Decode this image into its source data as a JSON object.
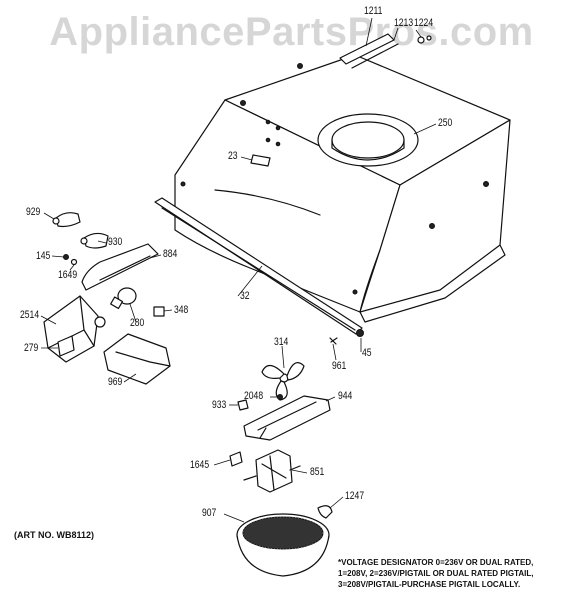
{
  "watermark": "AppliancePartsPros.com",
  "art_number": "(ART NO. WB8112)",
  "voltage_note": [
    "*VOLTAGE DESIGNATOR 0=236V OR DUAL RATED,",
    "1=208V, 2=236V/PIGTAIL OR DUAL RATED PIGTAIL,",
    "3=208V/PIGTAIL-PURCHASE PIGTAIL LOCALLY."
  ],
  "callouts": {
    "c1211": "1211",
    "c1213": "1213",
    "c1224": "1224",
    "c250": "250",
    "c23": "23",
    "c929": "929",
    "c930": "930",
    "c145": "145",
    "c1649": "1649",
    "c884": "884",
    "c2514": "2514",
    "c348": "348",
    "c280": "280",
    "c32": "32",
    "c279": "279",
    "c969": "969",
    "c314": "314",
    "c961": "961",
    "c45": "45",
    "c933": "933",
    "c2048": "2048",
    "c944": "944",
    "c1645": "1645",
    "c851": "851",
    "c907": "907",
    "c1247": "1247"
  }
}
